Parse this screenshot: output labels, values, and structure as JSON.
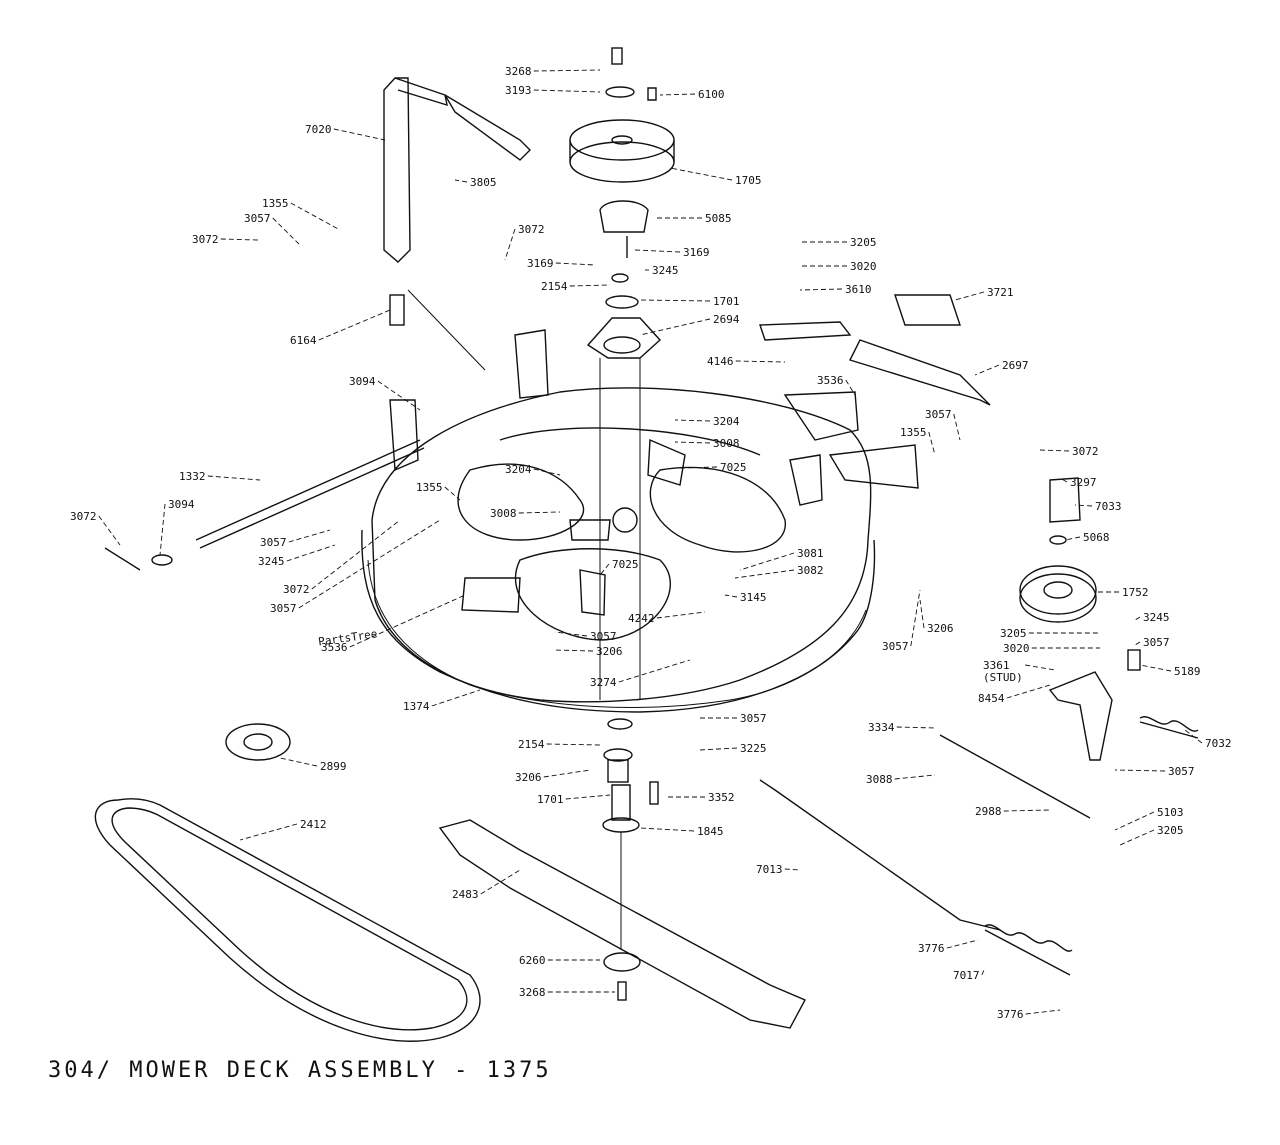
{
  "watermark": "PartsTree",
  "caption": "304/ MOWER DECK ASSEMBLY - 1375",
  "callouts": [
    "3268",
    "3193",
    "6100",
    "1705",
    "7020",
    "3805",
    "5085",
    "3169",
    "1355",
    "3057",
    "3072",
    "3072",
    "3169",
    "3245",
    "2154",
    "1701",
    "2694",
    "3205",
    "3020",
    "3610",
    "3721",
    "6164",
    "4146",
    "2697",
    "3094",
    "3204",
    "3008",
    "7025",
    "3536",
    "3057",
    "1355",
    "3072",
    "3204",
    "3297",
    "7033",
    "1332",
    "3008",
    "3072",
    "3094",
    "1355",
    "3057",
    "3245",
    "3072",
    "3057",
    "3081",
    "3082",
    "5068",
    "1752",
    "3206",
    "3245",
    "3536",
    "7025",
    "3145",
    "4242",
    "3057",
    "3206",
    "3057",
    "3205",
    "3057",
    "3020",
    "3361\n(STUD)",
    "5189",
    "8454",
    "3274",
    "1374",
    "3057",
    "2154",
    "3225",
    "7032",
    "3334",
    "2899",
    "3057",
    "3088",
    "3206",
    "1701",
    "3352",
    "2988",
    "5103",
    "2412",
    "1845",
    "3205",
    "7013",
    "2483",
    "3776",
    "6260",
    "7017",
    "3268",
    "3776"
  ]
}
